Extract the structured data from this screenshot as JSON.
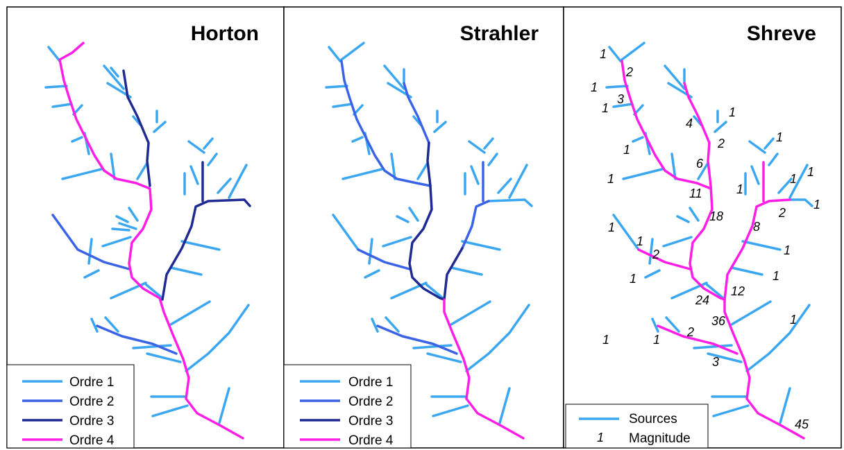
{
  "colors": {
    "ordre1": "#3ba7f0",
    "ordre2": "#3a63e6",
    "ordre3": "#1f2a93",
    "ordre4": "#ff1ee6",
    "border": "#000000"
  },
  "panels": [
    {
      "title": "Horton",
      "legend": [
        {
          "label": "Ordre 1",
          "color": "#3ba7f0"
        },
        {
          "label": "Ordre 2",
          "color": "#3a63e6"
        },
        {
          "label": "Ordre 3",
          "color": "#1f2a93"
        },
        {
          "label": "Ordre 4",
          "color": "#ff1ee6"
        }
      ]
    },
    {
      "title": "Strahler",
      "legend": [
        {
          "label": "Ordre 1",
          "color": "#3ba7f0"
        },
        {
          "label": "Ordre 2",
          "color": "#3a63e6"
        },
        {
          "label": "Ordre 3",
          "color": "#1f2a93"
        },
        {
          "label": "Ordre 4",
          "color": "#ff1ee6"
        }
      ]
    },
    {
      "title": "Shreve",
      "legend": [
        {
          "label": "Sources",
          "symbol": "line",
          "color": "#3ba7f0"
        },
        {
          "label": "Magnitude",
          "symbol": "1"
        }
      ],
      "magnitudes": [
        "1",
        "2",
        "1",
        "3",
        "1",
        "4",
        "1",
        "2",
        "1",
        "1",
        "6",
        "1",
        "1",
        "1",
        "1",
        "11",
        "1",
        "2",
        "1",
        "18",
        "8",
        "1",
        "1",
        "2",
        "1",
        "1",
        "1",
        "12",
        "24",
        "36",
        "1",
        "2",
        "1",
        "3",
        "45"
      ]
    }
  ]
}
